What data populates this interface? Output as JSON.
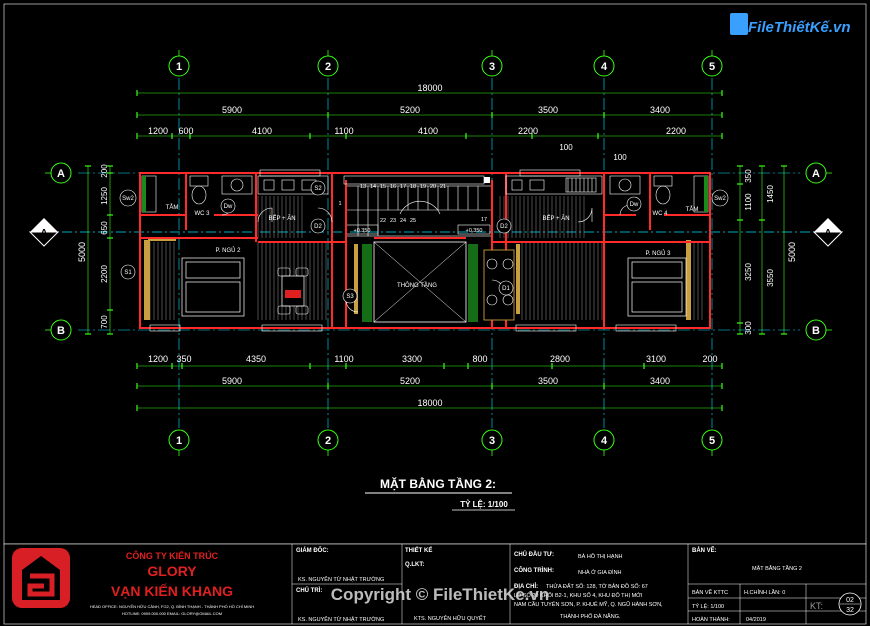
{
  "watermark": {
    "logo": "FileThiếtKế.vn",
    "copyright": "Copyright © FileThietKe.vn"
  },
  "grid": {
    "columns": [
      "1",
      "2",
      "3",
      "4",
      "5"
    ],
    "rows": [
      "A",
      "B"
    ]
  },
  "dims": {
    "top_total": "18000",
    "top_row1": [
      "5900",
      "5200",
      "3500",
      "3400"
    ],
    "top_row2": [
      "1200",
      "600",
      "4100",
      "1100",
      "4100",
      "2200",
      "2200"
    ],
    "top_extra": [
      "100",
      "100"
    ],
    "bottom_row1": [
      "1200",
      "350",
      "4350",
      "1100",
      "3300",
      "800",
      "2800",
      "3100",
      "200"
    ],
    "bottom_row2": [
      "5900",
      "5200",
      "3500",
      "3400"
    ],
    "bottom_total": "18000",
    "left_total": "5000",
    "left_parts": [
      "200",
      "1250",
      "650",
      "2200",
      "700"
    ],
    "right_total": "5000",
    "right_parts_a": [
      "350",
      "1100",
      "3250",
      "300"
    ],
    "right_parts_b": [
      "1450",
      "3550"
    ]
  },
  "rooms": {
    "wc3": "WC 3",
    "wc4": "WC 4",
    "tam_l": "TẮM",
    "tam_r": "TẮM",
    "kitchen_l": "BẾP + ĂN",
    "kitchen_r": "BẾP + ĂN",
    "bed2": "P. NGỦ 2",
    "bed3": "P. NGỦ 3",
    "void": "THÔNG TẦNG"
  },
  "tags": {
    "sw2_l": "Sw2",
    "sw2_r": "Sw2",
    "dw_l": "Dw",
    "dw_r": "Dw",
    "s1": "S1",
    "s2": "S2",
    "s3": "S3",
    "d2_l": "D2",
    "d2_r": "D2",
    "d1": "D1"
  },
  "stairs": {
    "steps": [
      "13",
      "14",
      "15",
      "16",
      "17",
      "18",
      "19",
      "20",
      "21",
      "22",
      "23",
      "24",
      "25",
      "1",
      "17"
    ],
    "level_l": "+0.350",
    "level_r": "+0.350"
  },
  "drawing_title": "MẶT BẰNG TẦNG 2:",
  "scale": "TỶ LỆ: 1/100",
  "title_block": {
    "company_line": "CÔNG TY KIẾN TRÚC",
    "brand_line1": "GLORY",
    "brand_line2": "VẠN KIẾN KHANG",
    "address": "HEAD OFFICE: NGUYỄN HỮU CẢNH, P.22, Q. BÌNH THẠNH - THÀNH PHỐ HỒ CHÍ MINH",
    "phone": "HOTLINE: 0909.000.000    EMAIL: GLORY@GMAIL.COM",
    "director_label": "GIÁM ĐỐC:",
    "director_name": "KS. NGUYỄN TỪ NHẬT TRƯỜNG",
    "chutri_label": "CHỦ TRÌ:",
    "chutri_name": "KS. NGUYỄN TỪ NHẬT TRƯỜNG",
    "design_label": "THIẾT KẾ",
    "ql_label": "Q.LKT:",
    "designer": "KTS. NGUYỄN HỮU QUYẾT",
    "owner_label": "CHỦ ĐẦU TƯ:",
    "owner": "BÀ HỒ THỊ HẠNH",
    "project_label": "CÔNG TRÌNH:",
    "project": "NHÀ Ở GIA ĐÌNH",
    "location_label": "ĐỊA CHỈ:",
    "location_1": "THỬA ĐẤT SỐ: 128, TỜ BẢN ĐỒ SỐ: 67",
    "location_2": "LÔ SỐ 29 KHỐI B2-1, KHU SỐ 4, KHU ĐÔ THỊ MỚI",
    "location_3": "NAM CẦU TUYÊN SƠN, P. KHUÊ MỸ, Q. NGŨ HÀNH SƠN,",
    "location_4": "THÀNH PHỐ ĐÀ NẴNG.",
    "sheet_label": "BẢN VẼ:",
    "sheet_name": "MẶT BẰNG TẦNG 2",
    "sheet_code": "BẢN VẼ KTTC",
    "revision": "H.CHỈNH LẦN: 0",
    "scale_label": "TỶ LỆ: 1/100",
    "done_label": "HOÀN THÀNH:",
    "done_date": "04/2019",
    "page_prefix": "KT:",
    "page_num": "02",
    "page_total": "32"
  },
  "colors": {
    "bg": "#000000",
    "wall": "#ff2a2a",
    "grid": "#00e5ff",
    "dim": "#39ff14",
    "furniture": "#ffffff",
    "wood": "#c8a040",
    "title": "#ffffff",
    "brand": "#e02020"
  }
}
